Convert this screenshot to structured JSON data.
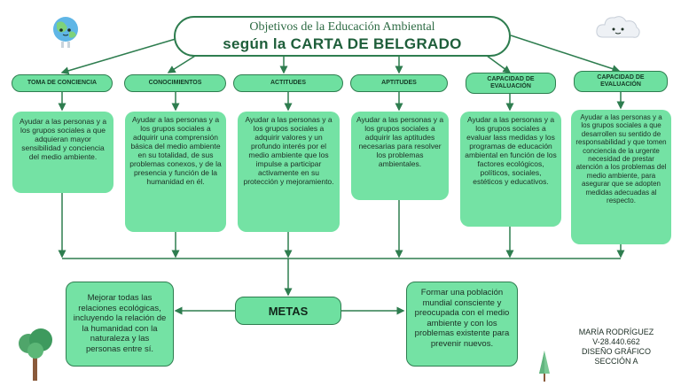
{
  "title": {
    "line1": "Objetivos de la Educación Ambiental",
    "line2": "según la CARTA DE BELGRADO"
  },
  "categories": [
    {
      "label": "TOMA DE CONCIENCIA",
      "text": "Ayudar a las personas y a los grupos sociales a que adquieran mayor sensibilidad y conciencia del medio ambiente."
    },
    {
      "label": "CONOCIMIENTOS",
      "text": "Ayudar a las personas y a los grupos sociales a adquirir una comprensión básica del medio ambiente en su totalidad, de sus problemas conexos, y de la presencia y función de la humanidad en él."
    },
    {
      "label": "ACTITUDES",
      "text": "Ayudar a las personas y a los grupos sociales a adquirir valores y un profundo interés por el medio ambiente que los impulse a participar activamente en su protección y mejoramiento."
    },
    {
      "label": "APTITUDES",
      "text": "Ayudar a las personas y a los grupos sociales a adquirir las aptitudes necesarias para resolver los problemas ambientales."
    },
    {
      "label": "CAPACIDAD DE EVALUACIÓN",
      "text": "Ayudar a las personas y a los grupos sociales a evaluar lass medidas y los programas de educación ambiental en función de los factores ecológicos, políticos, sociales, estéticos y educativos."
    },
    {
      "label": "CAPACIDAD DE EVALUACIÓN",
      "text": "Ayudar a las personas y a los grupos sociales a que desarrollen su sentido de responsabilidad y que tomen conciencia de la urgente necesidad de prestar atención a los problemas del medio ambiente, para asegurar que se adopten medidas adecuadas al respecto."
    }
  ],
  "metas": {
    "label": "METAS",
    "left_goal": "Mejorar todas las relaciones ecológicas, incluyendo la relación de la humanidad con la naturaleza y las personas entre sí.",
    "right_goal": "Formar una población mundial consciente y preocupada con el medio ambiente y con los problemas existente para prevenir nuevos."
  },
  "author": {
    "name": "MARÍA RODRÍGUEZ",
    "id": "V-28.440.662",
    "course": "DISEÑO GRÁFICO",
    "section": "SECCIÓN A"
  },
  "colors": {
    "accent_green": "#74e2a4",
    "line_green": "#2e7d4f"
  },
  "icons": [
    "earth-mascot-icon",
    "cloud-mascot-icon",
    "tree-icon",
    "pine-tree-icon"
  ]
}
